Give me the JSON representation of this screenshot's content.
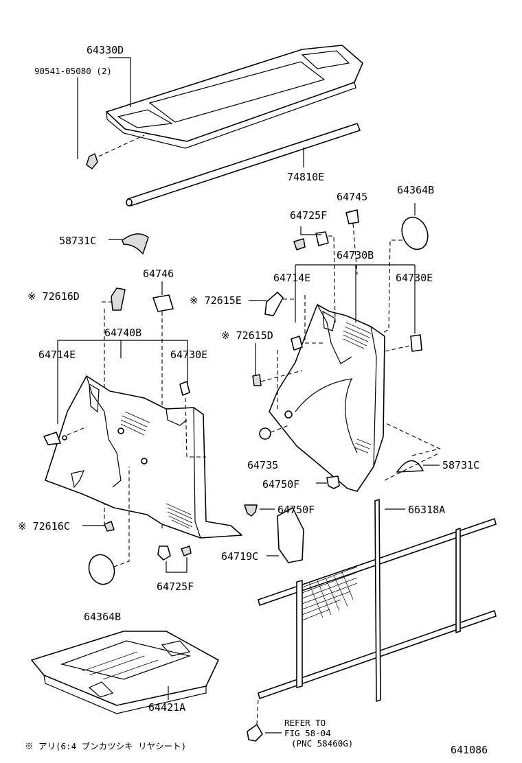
{
  "labels": {
    "l_64330D": "64330D",
    "l_90541": "90541-05080 (2)",
    "l_74810E": "74810E",
    "l_64745": "64745",
    "l_64364B_top": "64364B",
    "l_64725F_top": "64725F",
    "l_58731C_left": "58731C",
    "l_64730B": "64730B",
    "l_64746": "64746",
    "l_64714E_right": "64714E",
    "l_64730E_right": "64730E",
    "l_72616D": "※ 72616D",
    "l_72615E": "※ 72615E",
    "l_64740B": "64740B",
    "l_72615D": "※ 72615D",
    "l_64714E_left": "64714E",
    "l_64730E_left": "64730E",
    "l_64735": "64735",
    "l_58731C_right": "58731C",
    "l_64750F_mid": "64750F",
    "l_64750F_left": "64750F",
    "l_66318A": "66318A",
    "l_72616C": "※ 72616C",
    "l_64719C": "64719C",
    "l_64725F_bottom": "64725F",
    "l_64364B_bottom": "64364B",
    "l_64421A": "64421A",
    "refer_1": "REFER TO",
    "refer_2": "FIG 58-04",
    "refer_3": "(PNC 58460G)",
    "footnote": "※ アリ(6:4 ブンカツシキ リヤシート)",
    "figure_no": "641086"
  },
  "colors": {
    "ink": "#000000",
    "paper": "#ffffff"
  }
}
